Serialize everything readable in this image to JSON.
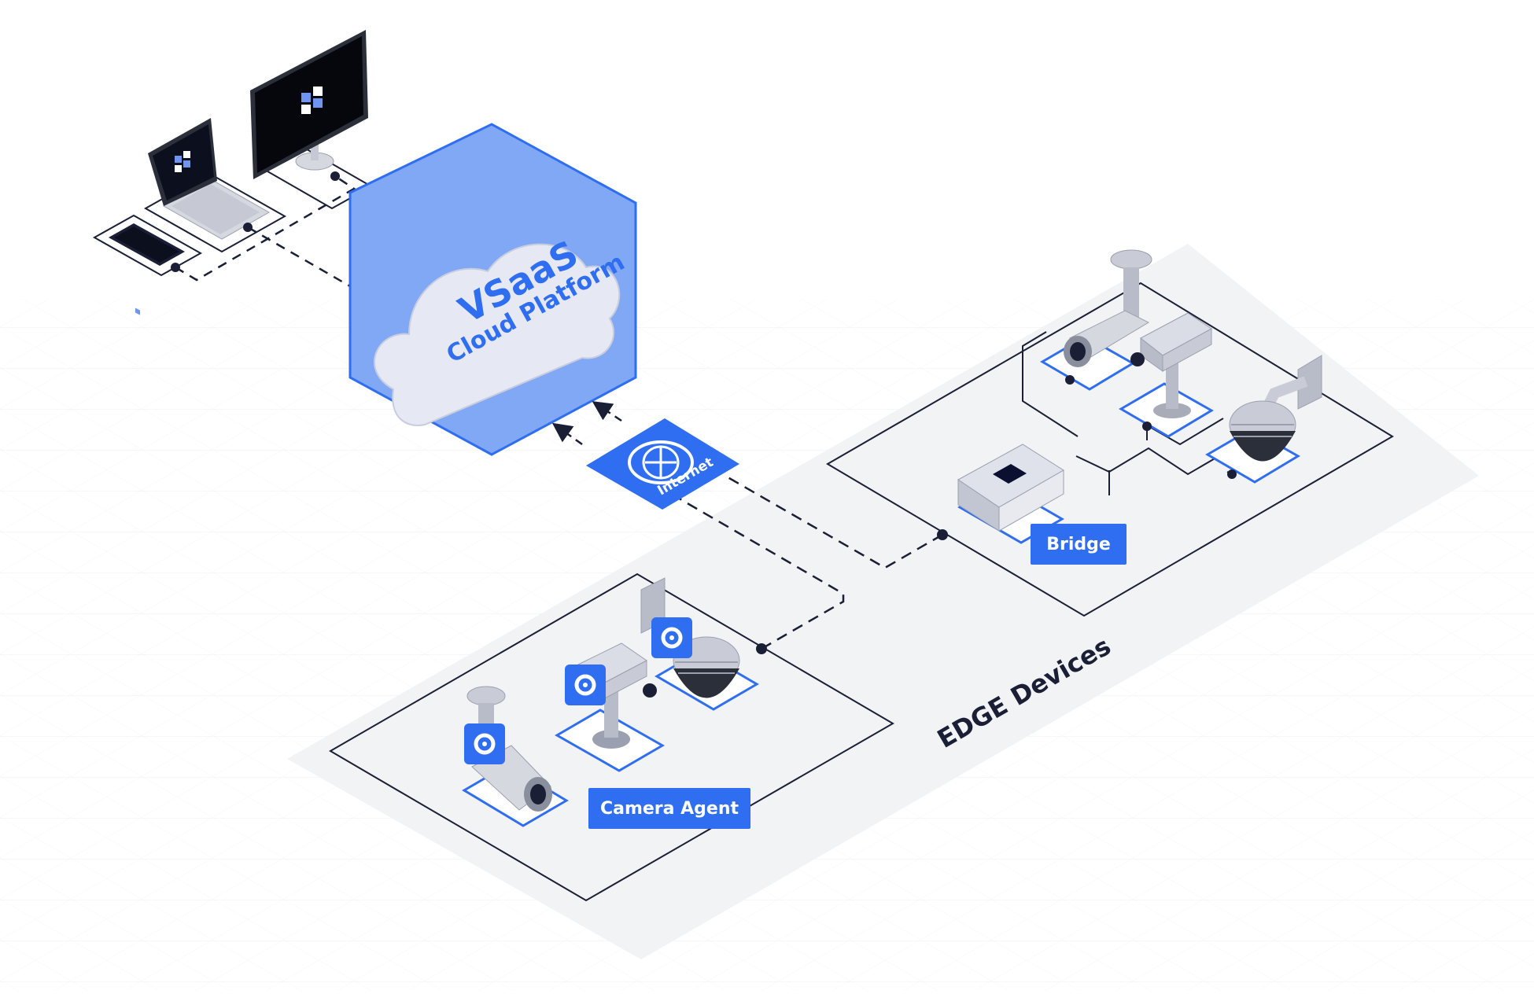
{
  "cloud": {
    "line1": "VSaaS",
    "line2": "Cloud Platform"
  },
  "internet": {
    "label": "Internet"
  },
  "edge": {
    "label": "EDGE Devices"
  },
  "bridge": {
    "label": "Bridge"
  },
  "camera_agent": {
    "label": "Camera Agent"
  },
  "colors": {
    "accent": "#2f6ef0",
    "hexagon_fill": "#80a8f4",
    "cloud_fill": "#eef0f8",
    "line": "#1a1f36",
    "platform": "#f0f1f4"
  }
}
